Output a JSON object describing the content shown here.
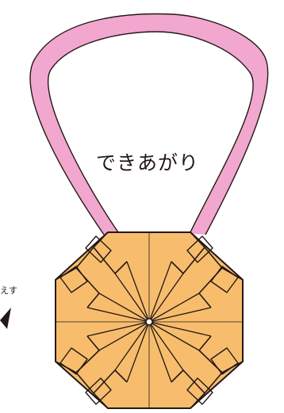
{
  "caption": "できあがり",
  "side_label": "えす",
  "colors": {
    "ribbon": "#f2a7cf",
    "paper": "#f7bd6d",
    "outline": "#231815"
  },
  "icons": {
    "ribbon": "pink-ribbon-loop",
    "medal": "octagon-origami-medal",
    "arrow": "curved-arrow-fragment"
  }
}
